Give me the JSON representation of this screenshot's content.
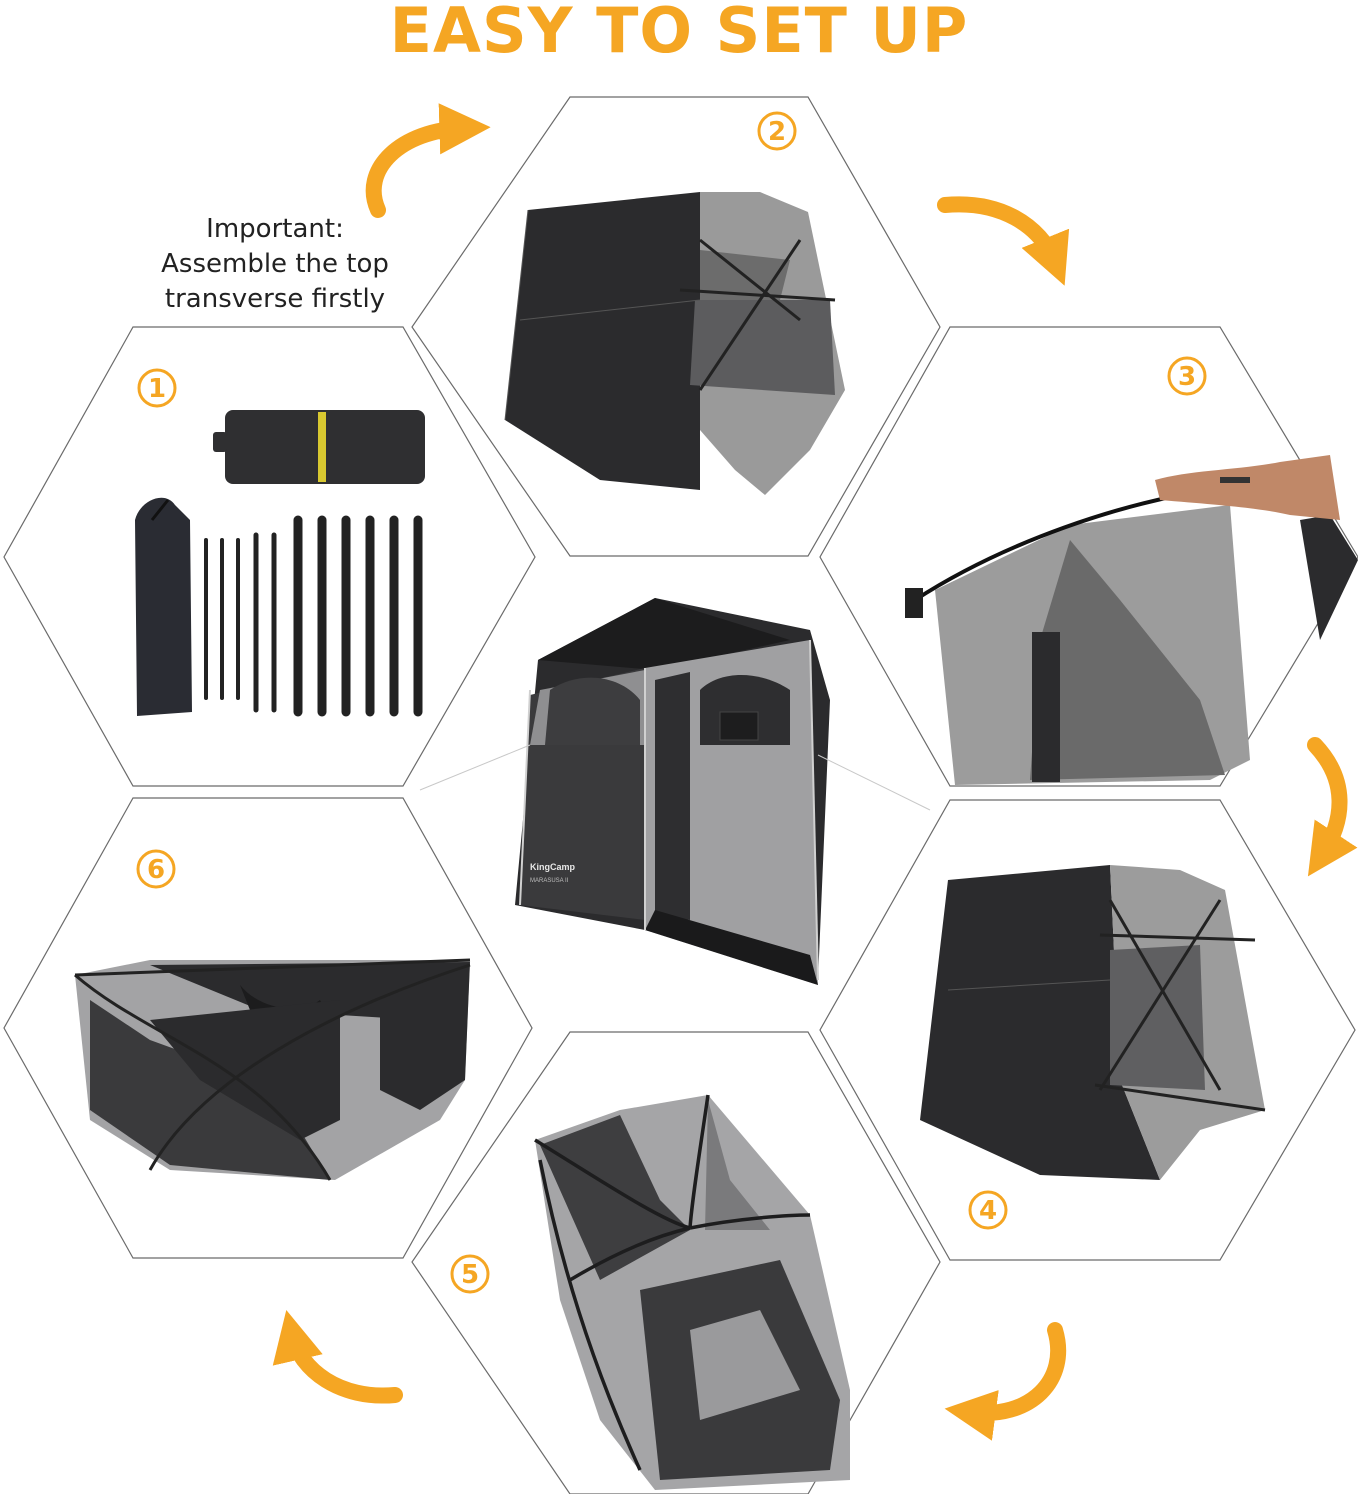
{
  "heading": "EASY TO SET UP",
  "important_note": {
    "line1": "Important:",
    "line2": "Assemble the top",
    "line3": "transverse firstly"
  },
  "steps": [
    {
      "number": "1",
      "depicts": "packed tent bag and poles"
    },
    {
      "number": "2",
      "depicts": "tent laid flat with top transverse attached"
    },
    {
      "number": "3",
      "depicts": "inserting pole into tent"
    },
    {
      "number": "4",
      "depicts": "tent frame on its side"
    },
    {
      "number": "5",
      "depicts": "poles crossed over tent body"
    },
    {
      "number": "6",
      "depicts": "tent lying down with frame assembled"
    }
  ],
  "product": {
    "brand": "KingCamp",
    "model": "MARASUSA II"
  },
  "colors": {
    "accent": "#F5A623",
    "outline": "#666666",
    "tent_dark": "#2b2b2d",
    "tent_grey": "#9a9a9a"
  }
}
